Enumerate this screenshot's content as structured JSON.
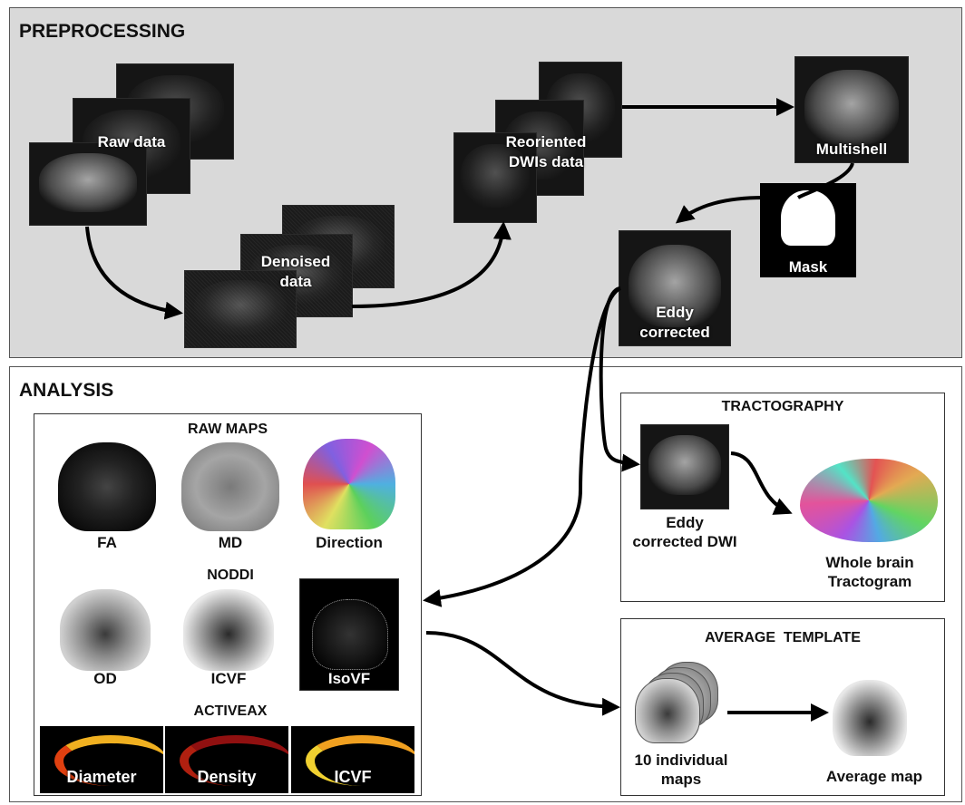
{
  "preprocessing": {
    "title": "PREPROCESSING",
    "raw_data": "Raw data",
    "denoised_line1": "Denoised",
    "denoised_line2": "data",
    "reoriented_line1": "Reoriented",
    "reoriented_line2": "DWIs data",
    "multishell": "Multishell",
    "mask": "Mask",
    "eddy_line1": "Eddy",
    "eddy_line2": "corrected"
  },
  "analysis": {
    "title": "ANALYSIS",
    "raw_maps": {
      "title": "RAW MAPS",
      "fa": "FA",
      "md": "MD",
      "direction": "Direction"
    },
    "noddi": {
      "title": "NODDI",
      "od": "OD",
      "icvf": "ICVF",
      "isovf": "IsoVF"
    },
    "activeax": {
      "title": "ACTIVEAX",
      "diameter": "Diameter",
      "density": "Density",
      "icvf": "ICVF"
    },
    "tractography": {
      "title": "TRACTOGRAPHY",
      "eddy_line1": "Eddy",
      "eddy_line2": "corrected DWI",
      "whole_line1": "Whole brain",
      "whole_line2": "Tractogram"
    },
    "average_template": {
      "title": "AVERAGE  TEMPLATE",
      "individual_line1": "10 individual",
      "individual_line2": "maps",
      "average_map": "Average map"
    }
  }
}
